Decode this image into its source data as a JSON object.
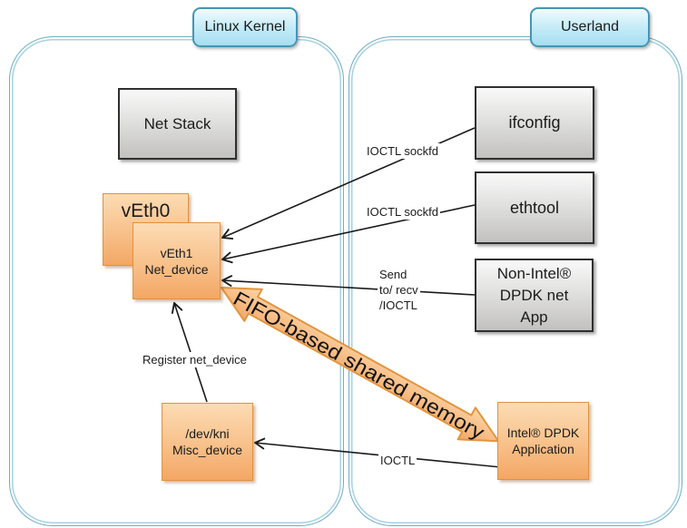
{
  "diagram": {
    "headers": {
      "kernel": "Linux Kernel",
      "userland": "Userland"
    },
    "boxes": {
      "net_stack": "Net Stack",
      "veth0": "vEth0",
      "veth1_line1": "vEth1",
      "veth1_line2": "Net_device",
      "ifconfig": "ifconfig",
      "ethtool": "ethtool",
      "non_intel_line1": "Non-Intel®",
      "non_intel_line2": "DPDK net",
      "non_intel_line3": "App",
      "intel_app_line1": "Intel® DPDK",
      "intel_app_line2": "Application",
      "devkni_line1": "/dev/kni",
      "devkni_line2": "Misc_device"
    },
    "edge_labels": {
      "ioctl_sockfd_ifconfig": "IOCTL sockfd",
      "ioctl_sockfd_ethtool": "IOCTL sockfd",
      "send_line1": "Send",
      "send_line2": "to/ recv",
      "send_line3": "/IOCTL",
      "register_net_device": "Register net_device",
      "ioctl": "IOCTL",
      "fifo_shared_memory": "FIFO-based shared memory"
    },
    "colors": {
      "container_border": "#6fadc4",
      "header_fill_top": "#f1fbfe",
      "header_fill_bottom": "#a4def1",
      "header_border": "#4596b3",
      "gray_box_top": "#f9f9f9",
      "gray_box_bottom": "#c2c1c0",
      "gray_box_border": "#2f2f2f",
      "orange_box_top": "#fcdcb4",
      "orange_box_bottom": "#f3a765",
      "orange_box_border": "#e2913c",
      "arrow_stroke": "#1a1a1a",
      "fifo_fill_top": "#fbd4a6",
      "fifo_fill_bottom": "#f2a765",
      "fifo_border": "#e2953f"
    }
  }
}
